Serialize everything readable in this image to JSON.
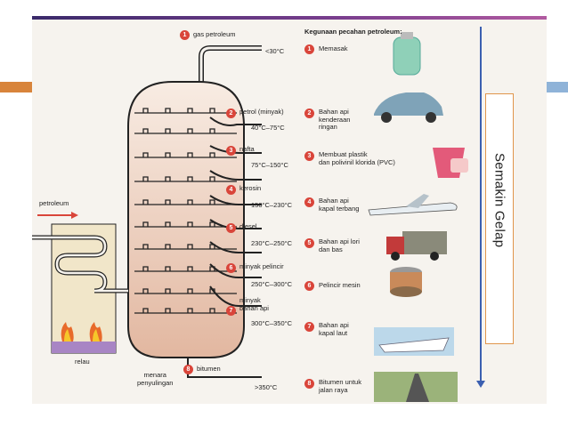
{
  "header": {
    "title": "Kegunaan pecahan petroleum:"
  },
  "left": {
    "input_label": "petroleum",
    "furnace_label": "relau",
    "tower_label_1": "menara",
    "tower_label_2": "penyulingan"
  },
  "fractions": [
    {
      "n": "1",
      "name": "gas petroleum",
      "temp": "<30°C",
      "use": "Memasak",
      "use2": "",
      "use3": ""
    },
    {
      "n": "2",
      "name": "petrol (minyak)",
      "temp": "40°C–75°C",
      "use": "Bahan api",
      "use2": "kenderaan",
      "use3": "ringan"
    },
    {
      "n": "3",
      "name": "nafta",
      "temp": "75°C–150°C",
      "use": "Membuat plastik",
      "use2": "dan polivinil klorida (PVC)",
      "use3": ""
    },
    {
      "n": "4",
      "name": "kerosin",
      "temp": "150°C–230°C",
      "use": "Bahan api",
      "use2": "kapal terbang",
      "use3": ""
    },
    {
      "n": "5",
      "name": "diesel",
      "temp": "230°C–250°C",
      "use": "Bahan api lori",
      "use2": "dan bas",
      "use3": ""
    },
    {
      "n": "6",
      "name": "minyak pelincir",
      "temp": "250°C–300°C",
      "use": "Pelincir mesin",
      "use2": "",
      "use3": ""
    },
    {
      "n": "7",
      "name": "minyak",
      "name2": "bahan api",
      "temp": "300°C–350°C",
      "use": "Bahan api",
      "use2": "kapal laut",
      "use3": ""
    },
    {
      "n": "8",
      "name": "bitumen",
      "temp": ">350°C",
      "use": "Bitumen untuk",
      "use2": "jalan raya",
      "use3": ""
    }
  ],
  "side": {
    "label": "Semakin Gelap"
  },
  "colors": {
    "accent_orange": "#d8843b",
    "accent_blue": "#3b5fb0",
    "number_red": "#d9453a"
  }
}
